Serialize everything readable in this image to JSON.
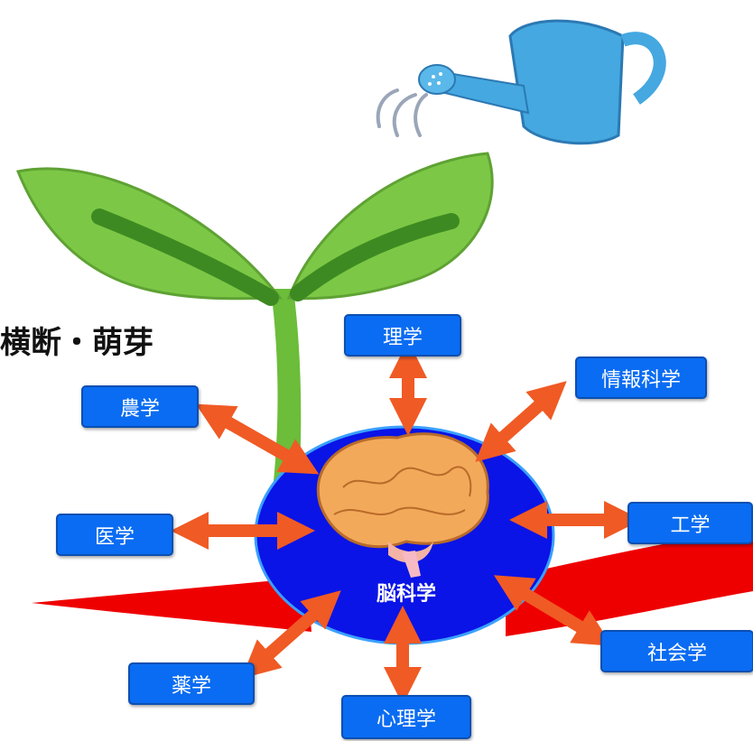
{
  "heading": "横断・萌芽",
  "center": {
    "label": "脳科学"
  },
  "fields": {
    "physics": "理学",
    "info": "情報科学",
    "agri": "農学",
    "med": "医学",
    "eng": "工学",
    "pharm": "薬学",
    "psych": "心理学",
    "soc": "社会学"
  },
  "colors": {
    "box": "#0a6cf2",
    "center_ellipse": "#0a14e6",
    "arrows": "#f05a24",
    "red_band": "#ee0000",
    "sprout": "#6bbd3a",
    "watering_can": "#45a8e0"
  },
  "icons": [
    "sprout-icon",
    "watering-can-icon",
    "brain-icon"
  ]
}
